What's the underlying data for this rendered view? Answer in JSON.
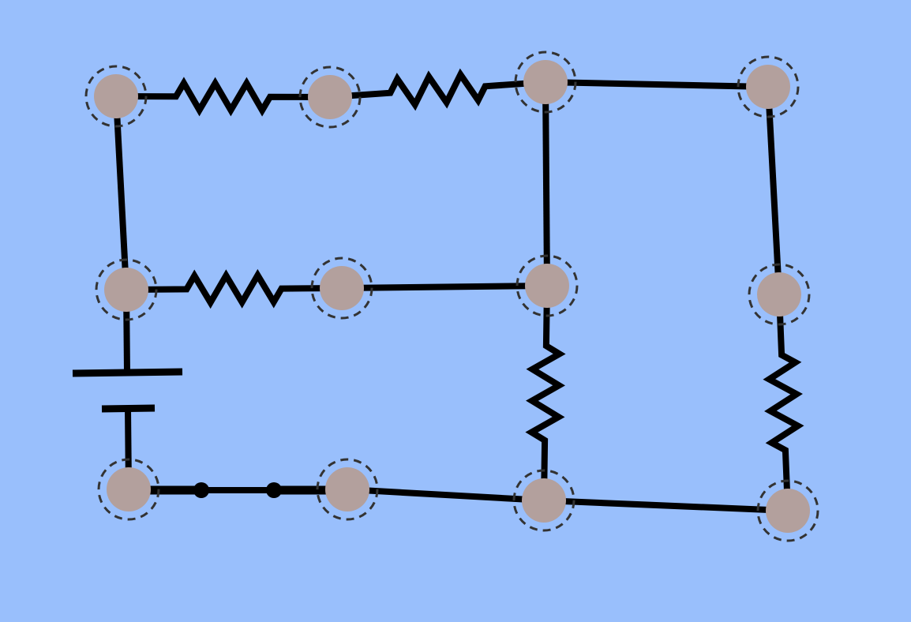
{
  "colors": {
    "background": "#99bffc",
    "wire": "#000000",
    "vertex_fill": "#b3a09d",
    "vertex_ring": "#333333"
  },
  "circuit": {
    "vertices": [
      "v1",
      "v2",
      "v3",
      "v4",
      "v5",
      "v6",
      "v7",
      "v8",
      "v9",
      "v10",
      "v11",
      "v12"
    ],
    "components": [
      {
        "type": "resistor",
        "from": "v1",
        "to": "v2"
      },
      {
        "type": "resistor",
        "from": "v2",
        "to": "v3"
      },
      {
        "type": "wire",
        "from": "v3",
        "to": "v4"
      },
      {
        "type": "wire",
        "from": "v1",
        "to": "v5"
      },
      {
        "type": "wire",
        "from": "v3",
        "to": "v7"
      },
      {
        "type": "wire",
        "from": "v4",
        "to": "v8"
      },
      {
        "type": "resistor",
        "from": "v5",
        "to": "v6"
      },
      {
        "type": "wire",
        "from": "v6",
        "to": "v7"
      },
      {
        "type": "resistor",
        "from": "v7",
        "to": "v11"
      },
      {
        "type": "resistor",
        "from": "v8",
        "to": "v12"
      },
      {
        "type": "battery",
        "from": "v5",
        "to": "v9"
      },
      {
        "type": "switch",
        "state": "closed",
        "from": "v9",
        "to": "v10"
      },
      {
        "type": "wire",
        "from": "v10",
        "to": "v11"
      },
      {
        "type": "wire",
        "from": "v11",
        "to": "v12"
      }
    ]
  }
}
